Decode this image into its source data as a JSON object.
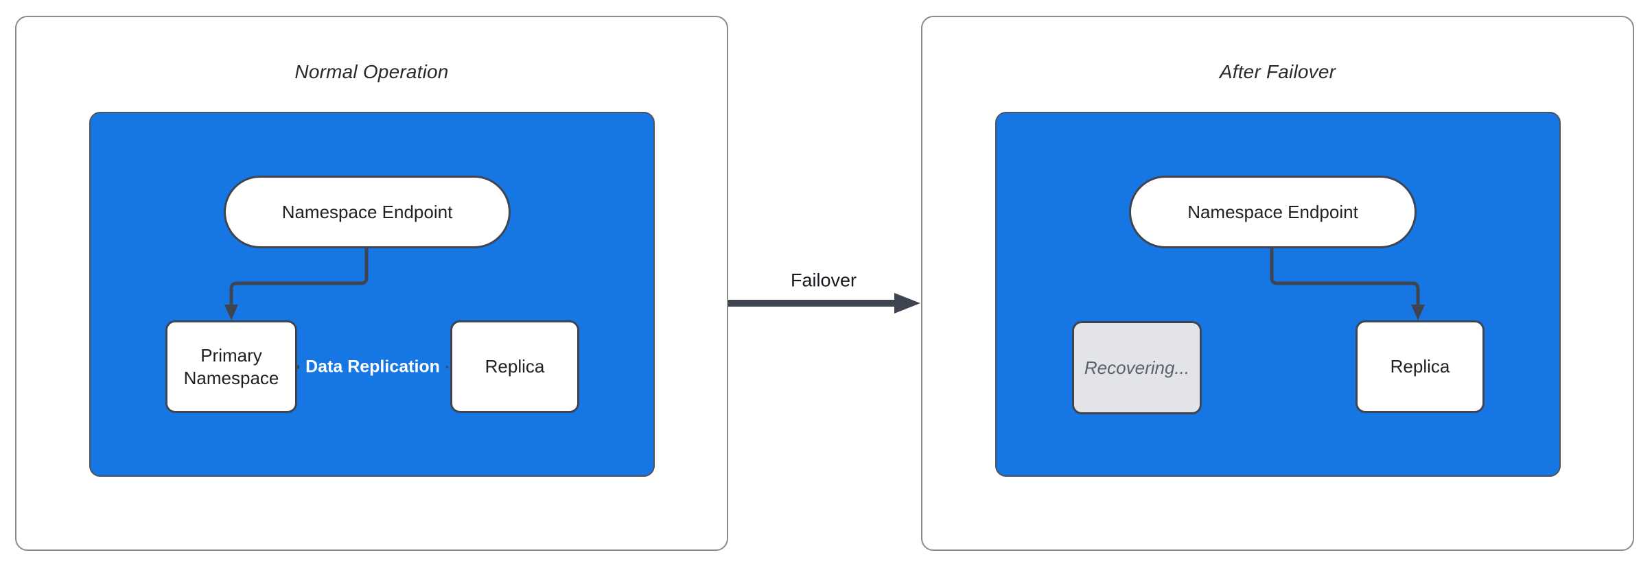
{
  "diagram": {
    "panels": [
      {
        "title": "Normal Operation",
        "nodes": {
          "endpoint": "Namespace Endpoint",
          "primary": "Primary Namespace",
          "replica": "Replica"
        },
        "edges": {
          "replication": "Data Replication"
        }
      },
      {
        "title": "After Failover",
        "nodes": {
          "endpoint": "Namespace Endpoint",
          "recovering": "Recovering...",
          "replica": "Replica"
        }
      }
    ],
    "transition": {
      "label": "Failover"
    },
    "colors": {
      "container_fill": "#1676e4",
      "node_fill": "#ffffff",
      "node_border": "#3f4550",
      "arrow": "#3f4550",
      "panel_border": "#8b8b8b",
      "recovering_fill": "#e3e4e8",
      "recovering_text": "#5b606b",
      "edge_label_text": "#ffffff",
      "title_text": "#2a2a2a"
    }
  }
}
